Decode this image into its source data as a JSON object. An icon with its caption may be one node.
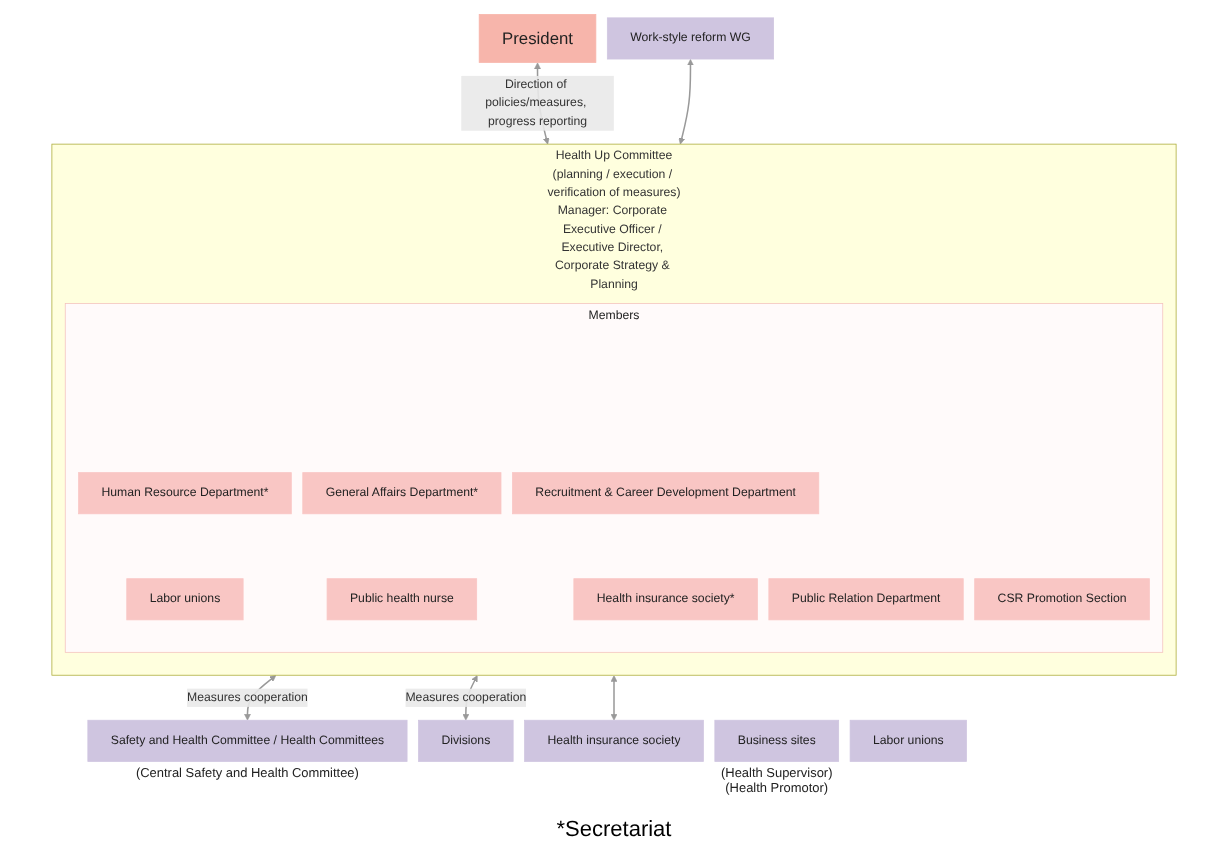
{
  "diagram": {
    "nodes": [
      {
        "text": [
          "President"
        ]
      },
      {
        "text": [
          "Health Up Committee",
          "(planning / execution / verification of measures)",
          "Manager: Corporate Executive Officer / Executive Director, Corporate Strategy & Planning"
        ]
      },
      {
        "text": [
          "Members"
        ],
        "in": 1
      },
      {
        "text": [
          "Human Resource Department*"
        ],
        "in": 2
      },
      {
        "text": [
          "General Affairs Department*"
        ],
        "in": 2
      },
      {
        "text": [
          "Recruitment & Career Development Department"
        ],
        "in": 2
      },
      {
        "text": [
          "Public Relation Department"
        ],
        "in": 2
      },
      {
        "text": [
          "CSR Promotion Section"
        ],
        "in": 2
      },
      {
        "text": [
          "Labor unions"
        ],
        "in": 2
      },
      {
        "text": [
          "Public health nurse"
        ],
        "in": 2
      },
      {
        "text": [
          "Health insurance society*"
        ],
        "in": 2
      },
      {
        "text": [
          "Work-style reform WG"
        ]
      },
      {
        "text": [
          "Safety and Health Committee / Health Committees"
        ],
        "beside": [
          "(Central Safety and Health Committee)"
        ]
      },
      {
        "text": [
          "Business sites"
        ],
        "beside": [
          "(Health Supervisor)",
          "(Health Promotor)"
        ]
      },
      {
        "text": [
          "Divisions"
        ]
      },
      {
        "text": [
          "Labor unions"
        ]
      },
      {
        "text": [
          "Health insurance society"
        ]
      }
    ],
    "edges": [
      {
        "from": 0,
        "to": 1,
        "arrow": "both",
        "label": "Direction of policies/measures, progress reporting"
      },
      {
        "from": 11,
        "to": 1,
        "arrow": "both"
      },
      {
        "from": 1,
        "to": 12,
        "arrow": "both",
        "label": "Measures cooperation"
      },
      {
        "from": 1,
        "to": 14,
        "arrow": "both",
        "label": "Measures cooperation"
      },
      {
        "from": 1,
        "to": 16,
        "arrow": "both"
      }
    ],
    "labels": [
      "*Secretariat"
    ]
  }
}
